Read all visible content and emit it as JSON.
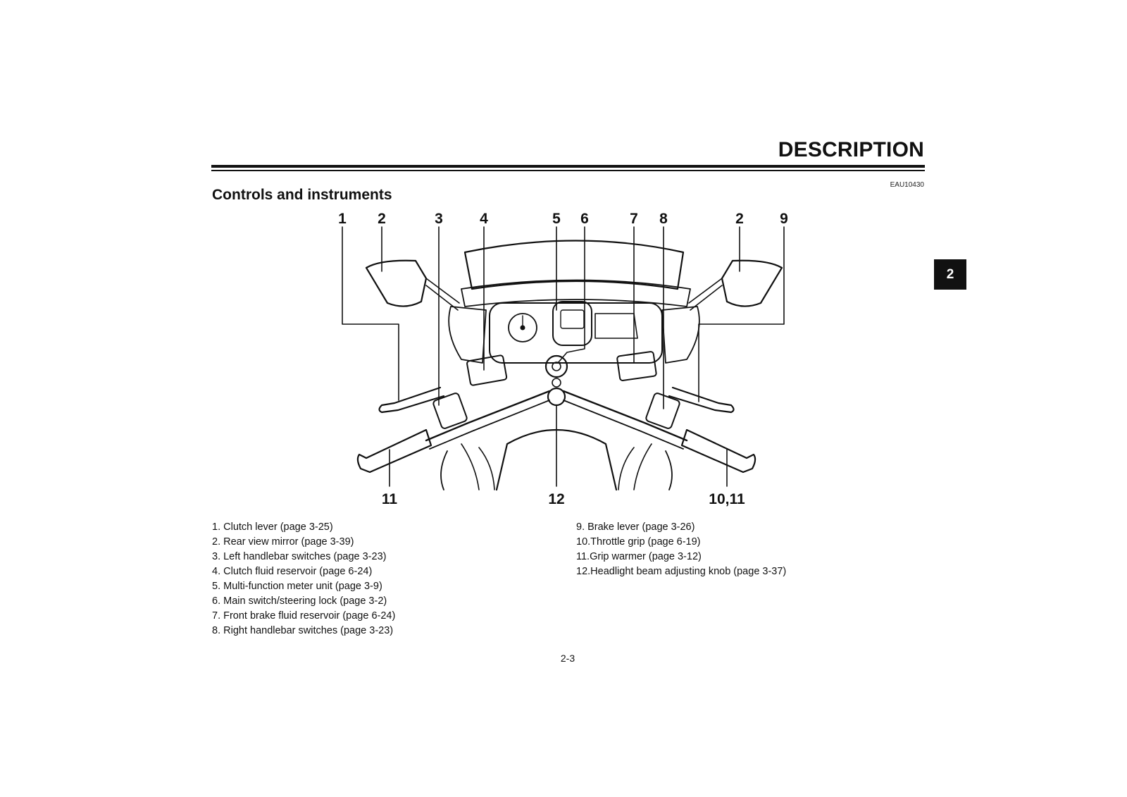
{
  "header": {
    "title": "DESCRIPTION",
    "chapter_tab": "2",
    "doc_code": "EAU10430"
  },
  "section": {
    "title": "Controls and instruments"
  },
  "figure": {
    "top_callouts": [
      "1",
      "2",
      "3",
      "4",
      "5",
      "6",
      "7",
      "8",
      "2",
      "9"
    ],
    "bottom_callouts": [
      "11",
      "12",
      "10,11"
    ]
  },
  "legend": {
    "left": [
      "1. Clutch lever (page 3-25)",
      "2. Rear view mirror (page 3-39)",
      "3. Left handlebar switches (page 3-23)",
      "4. Clutch fluid reservoir (page 6-24)",
      "5. Multi-function meter unit (page 3-9)",
      "6. Main switch/steering lock (page 3-2)",
      "7. Front brake fluid reservoir (page 6-24)",
      "8. Right handlebar switches (page 3-23)"
    ],
    "right": [
      "9.  Brake lever (page 3-26)",
      "10.Throttle grip (page 6-19)",
      "11.Grip warmer (page 3-12)",
      "12.Headlight beam adjusting knob (page 3-37)"
    ]
  },
  "footer": {
    "page_number": "2-3"
  }
}
